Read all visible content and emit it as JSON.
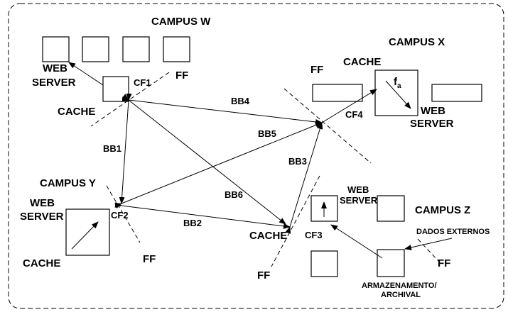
{
  "campuses": {
    "w": "CAMPUS W",
    "x": "CAMPUS X",
    "y": "CAMPUS Y",
    "z": "CAMPUS Z"
  },
  "labels": {
    "web": "WEB",
    "server": "SERVER",
    "cache": "CACHE",
    "ff": "FF",
    "fa_base": "f",
    "fa_sub": "a",
    "external_data": "DADOS EXTERNOS",
    "storage_line1": "ARMAZENAMENTO/",
    "storage_line2": "ARCHIVAL"
  },
  "cache_forwarders": {
    "w": "CF1",
    "y": "CF2",
    "z": "CF3",
    "x": "CF4"
  },
  "backbone_links": [
    "BB1",
    "BB2",
    "BB3",
    "BB4",
    "BB5",
    "BB6"
  ]
}
